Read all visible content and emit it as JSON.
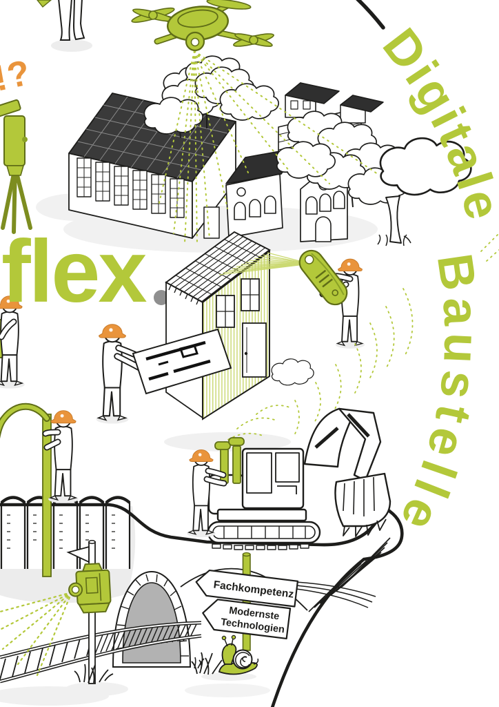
{
  "illustration": {
    "background": "#ffffff",
    "palette": {
      "lime_green": "#b3c83a",
      "olive_outline": "#5f6d17",
      "hatch_green": "#cbd976",
      "helmet_orange": "#e9943c",
      "ink": "#1d1d1b",
      "roof_dark": "#2f2f2f",
      "tunnel_gray": "#b2b2b2",
      "shadow_gray": "#efefef",
      "dot_gray": "#8f8f8f"
    },
    "texts": {
      "headline_fragment": "flex",
      "title_word1": "Digitale",
      "title_word2": "Baustelle",
      "confusion_marks": "!?",
      "sign_fachkompetenz": "Fachkompetenz",
      "sign_technologien_line1": "Modernste",
      "sign_technologien_line2": "Technologien"
    },
    "scene_elements": [
      "drone-icon",
      "scan-rays",
      "village",
      "surveyor-station-icon",
      "pedestrian-legs",
      "laser-scanned-house",
      "floor-plan",
      "construction-workers",
      "handheld-laser-scanner-icon",
      "signal-waves",
      "excavator-icon",
      "grouting-pipe",
      "sheet-pile-wall",
      "ground-cliff-edge",
      "tunnel",
      "railway-tracks",
      "survey-pole-icon",
      "signpost",
      "snail-icon"
    ]
  }
}
